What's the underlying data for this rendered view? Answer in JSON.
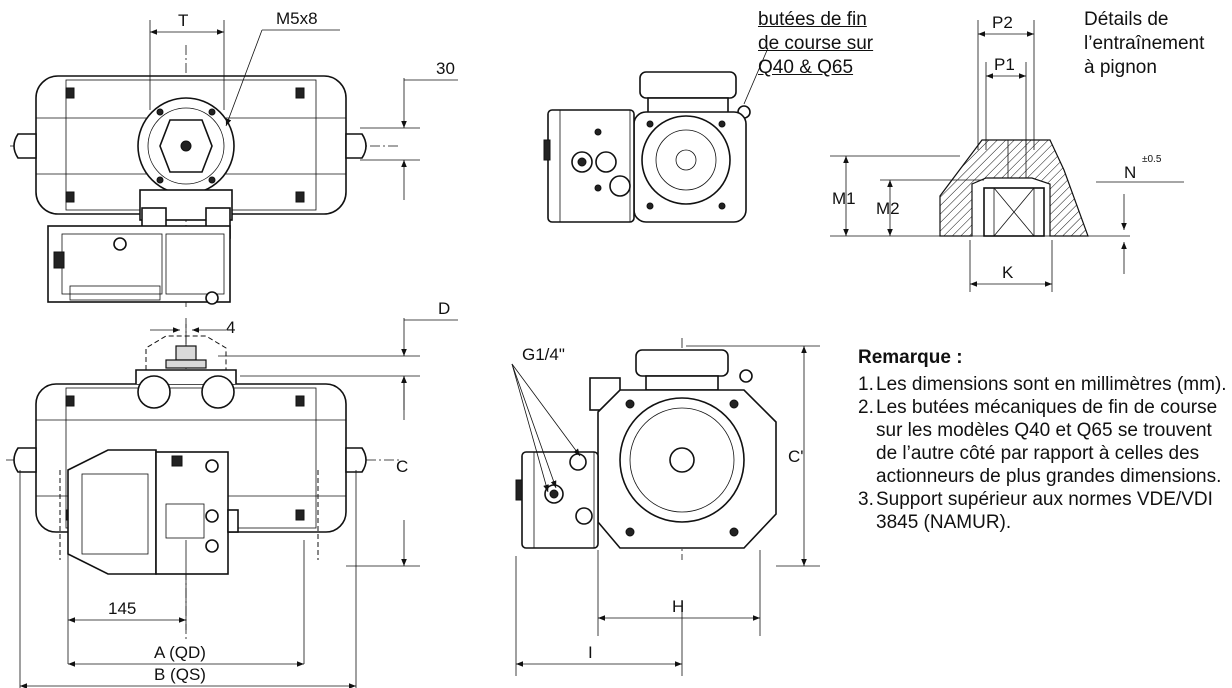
{
  "callout": {
    "lines": [
      "butées de fin",
      "de course sur",
      "Q40 & Q65"
    ]
  },
  "detail": {
    "title_lines": [
      "Détails de",
      "l’entraînement",
      "à pignon"
    ],
    "labels": {
      "p2": "P2",
      "p1": "P1",
      "m1": "M1",
      "m2": "M2",
      "n": "N",
      "tol": "±0.5",
      "k": "K"
    }
  },
  "top_view": {
    "labels": {
      "t": "T",
      "thread": "M5x8",
      "d30": "30"
    }
  },
  "front_view": {
    "labels": {
      "d": "D",
      "d4": "4",
      "c": "C",
      "d145": "145",
      "a": "A (QD)",
      "b": "B (QS)"
    }
  },
  "side_view": {
    "labels": {
      "g": "G1/4\"",
      "c_prime": "C'",
      "h": "H",
      "i": "I"
    }
  },
  "notes": {
    "title": "Remarque :",
    "items": [
      {
        "num": "1.",
        "text": "Les dimensions sont en millimètres (mm)."
      },
      {
        "num": "2.",
        "text": "Les butées mécaniques de fin de course sur les modèles Q40 et Q65 se trouvent de l’autre côté par rapport à celles des actionneurs de plus grandes dimensions."
      },
      {
        "num": "3.",
        "text": "Support supérieur aux normes VDE/VDI 3845 (NAMUR)."
      }
    ]
  }
}
